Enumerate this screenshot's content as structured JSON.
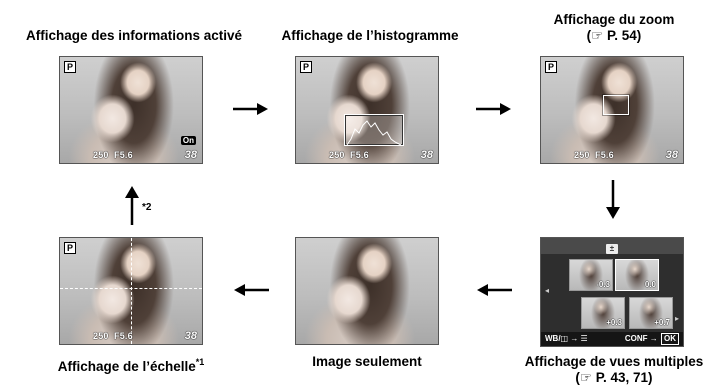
{
  "captions": {
    "info_on": "Affichage des informations activé",
    "histogram": "Affichage de l’histogramme",
    "zoom": "Affichage du zoom",
    "zoom_ref": "(☞ P. 54)",
    "multi": "Affichage de vues multiples",
    "multi_ref": "(☞ P. 43, 71)",
    "image_only": "Image seulement",
    "scale": "Affichage de l’échelle",
    "scale_note": "*1",
    "arrow_note": "*2"
  },
  "screen": {
    "mode_badge": "P",
    "shutter": "250",
    "aperture": "F5.6",
    "frames_left": "38",
    "protect": "On"
  },
  "multi_view": {
    "header_icon": "exposure-compensation-icon",
    "thumbs": [
      "-0.3",
      "0.0",
      "+0.3",
      "+0.7"
    ],
    "left_hint": "WB/◫ → ☰",
    "right_hint": "CONF →",
    "ok_label": "OK",
    "prev_icon": "◂",
    "next_icon": "▸"
  },
  "colors": {
    "arrow": "#000000",
    "frame_border": "#555555"
  }
}
